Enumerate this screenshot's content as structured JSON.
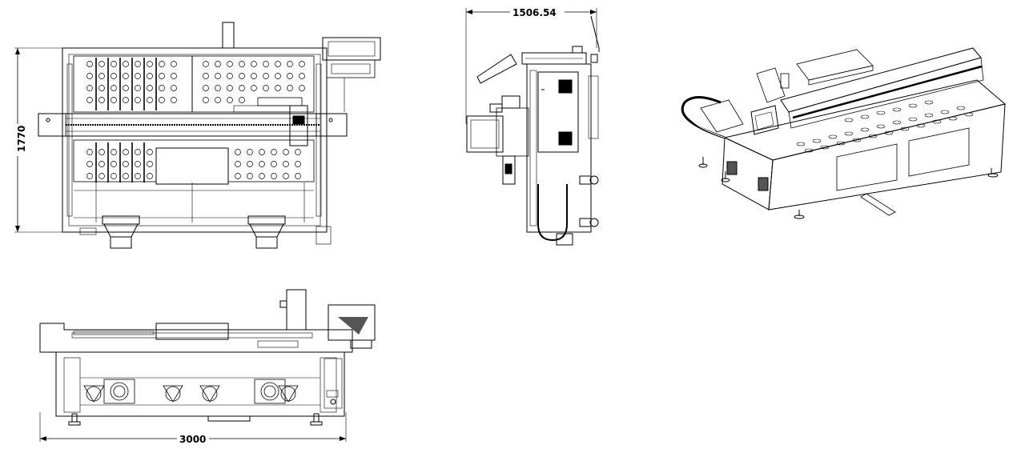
{
  "dimensions": {
    "top_view_height": "1770",
    "side_view_depth": "1506.54",
    "front_view_width": "3000"
  },
  "colors": {
    "line": "#000000",
    "background": "#ffffff",
    "shade": "#888888"
  }
}
